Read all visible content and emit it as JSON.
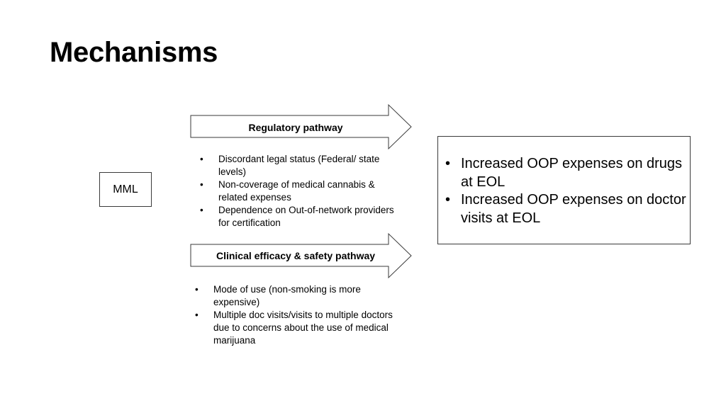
{
  "slide": {
    "title": "Mechanisms"
  },
  "mml": {
    "label": "MML"
  },
  "regulatory_pathway": {
    "label": "Regulatory pathway",
    "bullets": [
      "Discordant legal status (Federal/ state levels)",
      "Non-coverage of medical cannabis & related expenses",
      "Dependence on Out-of-network providers for certification"
    ]
  },
  "clinical_pathway": {
    "label": "Clinical efficacy & safety pathway",
    "bullets": [
      "Mode of use (non-smoking is more expensive)",
      "Multiple doc visits/visits to multiple doctors due to concerns about the use of medical marijuana"
    ]
  },
  "outcomes": {
    "bullets": [
      "Increased OOP expenses on drugs at EOL",
      "Increased OOP expenses on doctor visits at EOL"
    ]
  },
  "colors": {
    "text": "#000000",
    "border": "#3a3a3a",
    "background": "#ffffff"
  }
}
